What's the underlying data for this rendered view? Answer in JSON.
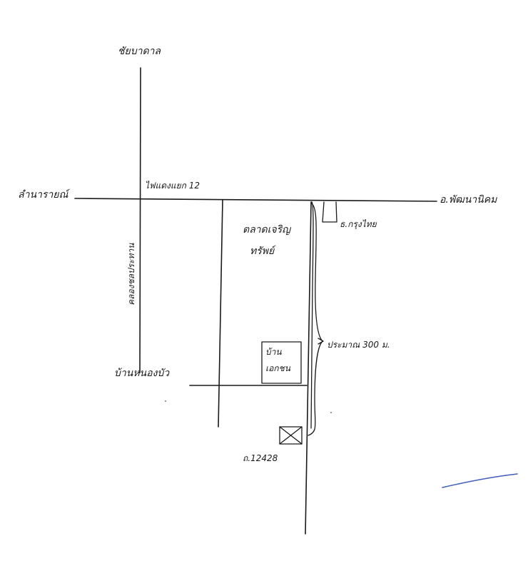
{
  "map": {
    "labels": {
      "north": "ชัยบาดาล",
      "west": "ลำนารายณ์",
      "east": "อ.พัฒนานิคม",
      "traffic_light": "ไฟแดงแยก 12",
      "irrigation": "คลองชลประทาน",
      "market_line1": "ตลาดเจริญ",
      "market_line2": "ทรัพย์",
      "shop": "ธ.กรุงไทย",
      "house_line1": "บ้าน",
      "house_line2": "เอกชน",
      "distance": "ประมาณ 300 ม.",
      "bottom_west": "บ้านหนองบัว",
      "site_code": "ถ.12428"
    },
    "colors": {
      "ink": "#1a1a1a",
      "pen_mark": "#3f5fb8"
    }
  }
}
